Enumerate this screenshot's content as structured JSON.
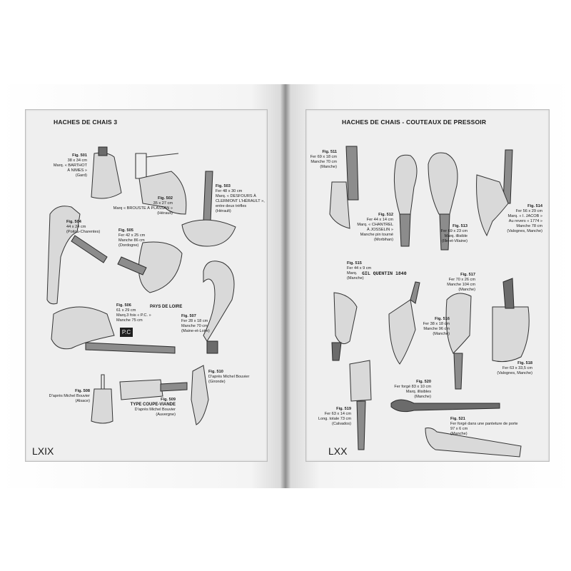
{
  "left_page": {
    "heading": "HACHES DE CHAIS 3",
    "folio": "LXIX",
    "figures": {
      "f501": {
        "fig": "Fig. 501",
        "lines": [
          "38 x 34 cm",
          "Marq. « BARTHOT",
          "À NIMES »",
          "(Gard)"
        ]
      },
      "f502": {
        "fig": "Fig. 502",
        "lines": [
          "35 x 27 cm",
          "Marq « BROUSTE À PLASSAN »",
          "(Hérault)"
        ]
      },
      "f503": {
        "fig": "Fig. 503",
        "lines": [
          "Fer 48 x 30 cm",
          "Marq. « DESFOURS À",
          "CLERMONT L'HÉRAULT »,",
          "entre deux trèfles",
          "(Hérault)"
        ]
      },
      "f504": {
        "fig": "Fig. 504",
        "lines": [
          "44 x 24 cm",
          "(Poitou-Charentes)"
        ]
      },
      "f505": {
        "fig": "Fig. 505",
        "lines": [
          "Fer 42 x 25 cm",
          "Manche 86 cm",
          "(Dordogne)"
        ]
      },
      "f506": {
        "fig": "Fig. 506",
        "lines": [
          "61 x 29 cm",
          "Marq.3 fois « P.C. »",
          "Manche 75 cm"
        ]
      },
      "pays": "PAYS DE LOIRE",
      "stamp": "P.C",
      "f507": {
        "fig": "Fig. 507",
        "lines": [
          "Fer 28 x 18 cm",
          "Manche 70 cm",
          "(Maine-et-Loire)"
        ]
      },
      "f508": {
        "fig": "Fig. 508",
        "lines": [
          "D'après Michel Bouvier",
          "(Alsace)"
        ]
      },
      "f509": {
        "fig": "Fig. 509",
        "bold": "TYPE COUPE-VIANDE",
        "lines": [
          "D'après Michel Bouvier",
          "(Auvergne)"
        ]
      },
      "f510": {
        "fig": "Fig. 510",
        "lines": [
          "D'après Michel Bouvier",
          "(Gironde)"
        ]
      }
    }
  },
  "right_page": {
    "heading": "HACHES DE CHAIS - COUTEAUX DE PRESSOIR",
    "folio": "LXX",
    "figures": {
      "f511": {
        "fig": "Fig. 511",
        "lines": [
          "Fer 69 x 18 cm",
          "Manche 70 cm",
          "(Manche)"
        ]
      },
      "f512": {
        "fig": "Fig. 512",
        "lines": [
          "Fer 44 x 14 cm",
          "Marq. « CHANTREL",
          "À JOSSELIN »",
          "Manche pin tourné",
          "(Morbihan)"
        ]
      },
      "f513": {
        "fig": "Fig. 513",
        "lines": [
          "Fer 69 x 23 cm",
          "Marq. illisible",
          "(Ille-et-Vilaine)"
        ]
      },
      "f514": {
        "fig": "Fig. 514",
        "lines": [
          "Fer 56 x 29 cm",
          "Marq. « I. JACOB »",
          "Au revers « 1774 »",
          "Manche 78 cm",
          "(Valognes, Manche)"
        ]
      },
      "f515": {
        "fig": "Fig. 515",
        "line1": "Fer 44 x 9 cm",
        "marq": "Marq.",
        "handwritten": "GIL QUENTIN 1840",
        "line3": "(Manche)"
      },
      "f516": {
        "fig": "Fig. 516",
        "lines": [
          "Fer 38 x 18 cm",
          "Manche 96 cm",
          "(Manche)"
        ]
      },
      "f517": {
        "fig": "Fig. 517",
        "lines": [
          "Fer 70 x 26 cm",
          "Manche 104 cm",
          "(Manche)"
        ]
      },
      "f518": {
        "fig": "Fig. 518",
        "lines": [
          "Fer 63 x 33,5 cm",
          "(Valognes, Manche)"
        ]
      },
      "f519": {
        "fig": "Fig. 519",
        "lines": [
          "Fer 63 x 14 cm",
          "Long. totale 73 cm",
          "(Calvados)"
        ]
      },
      "f520": {
        "fig": "Fig. 520",
        "lines": [
          "Fer forgé 83 x 10 cm",
          "Marq. illisibles",
          "(Manche)"
        ]
      },
      "f521": {
        "fig": "Fig. 521",
        "lines": [
          "Fer forgé dans une panteture de porte",
          "97 x 6 cm",
          "(Manche)"
        ]
      }
    }
  }
}
